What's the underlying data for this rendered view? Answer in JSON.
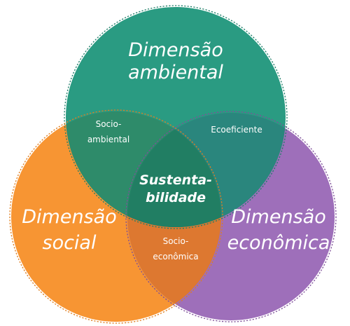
{
  "colors": {
    "ambiental": "#2a9b82",
    "social": "#f79533",
    "economica": "#9e6fba",
    "overlap_social_economica": "#dd7830",
    "overlap_ambiental_social": "#2e8b6a",
    "overlap_ambiental_economica": "#2a867d",
    "center": "#217e63",
    "outline_ambiental": "#1e7f69",
    "outline_social": "#e07e1f",
    "outline_economica": "#7f4f99"
  },
  "circles": {
    "ambiental": {
      "line1": "Dimensão",
      "line2": "ambiental"
    },
    "social": {
      "line1": "Dimensão",
      "line2": "social"
    },
    "economica": {
      "line1": "Dimensão",
      "line2": "econômica"
    }
  },
  "overlaps": {
    "ambiental_social": {
      "line1": "Socio-",
      "line2": "ambiental"
    },
    "ambiental_economica": {
      "line1": "Ecoeficiente"
    },
    "social_economica": {
      "line1": "Socio-",
      "line2": "econômica"
    }
  },
  "center": {
    "line1": "Sustenta-",
    "line2": "bilidade"
  }
}
